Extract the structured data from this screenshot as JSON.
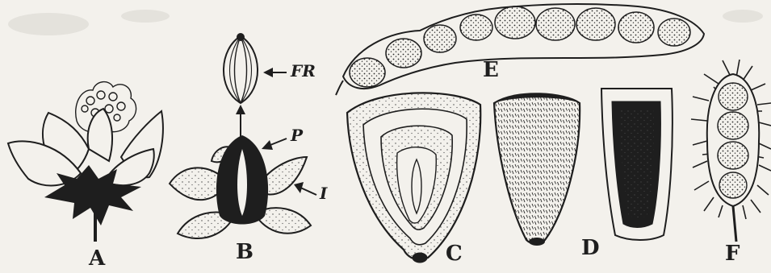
{
  "figure": {
    "labels": {
      "A": "A",
      "B": "B",
      "C": "C",
      "D": "D",
      "E": "E",
      "F": "F"
    },
    "callouts": {
      "FR": "FR",
      "P": "P",
      "I": "I"
    }
  },
  "colors": {
    "ink": "#1e1e1e",
    "paper": "#f3f1ec",
    "stipple": "#3a3a3a"
  }
}
